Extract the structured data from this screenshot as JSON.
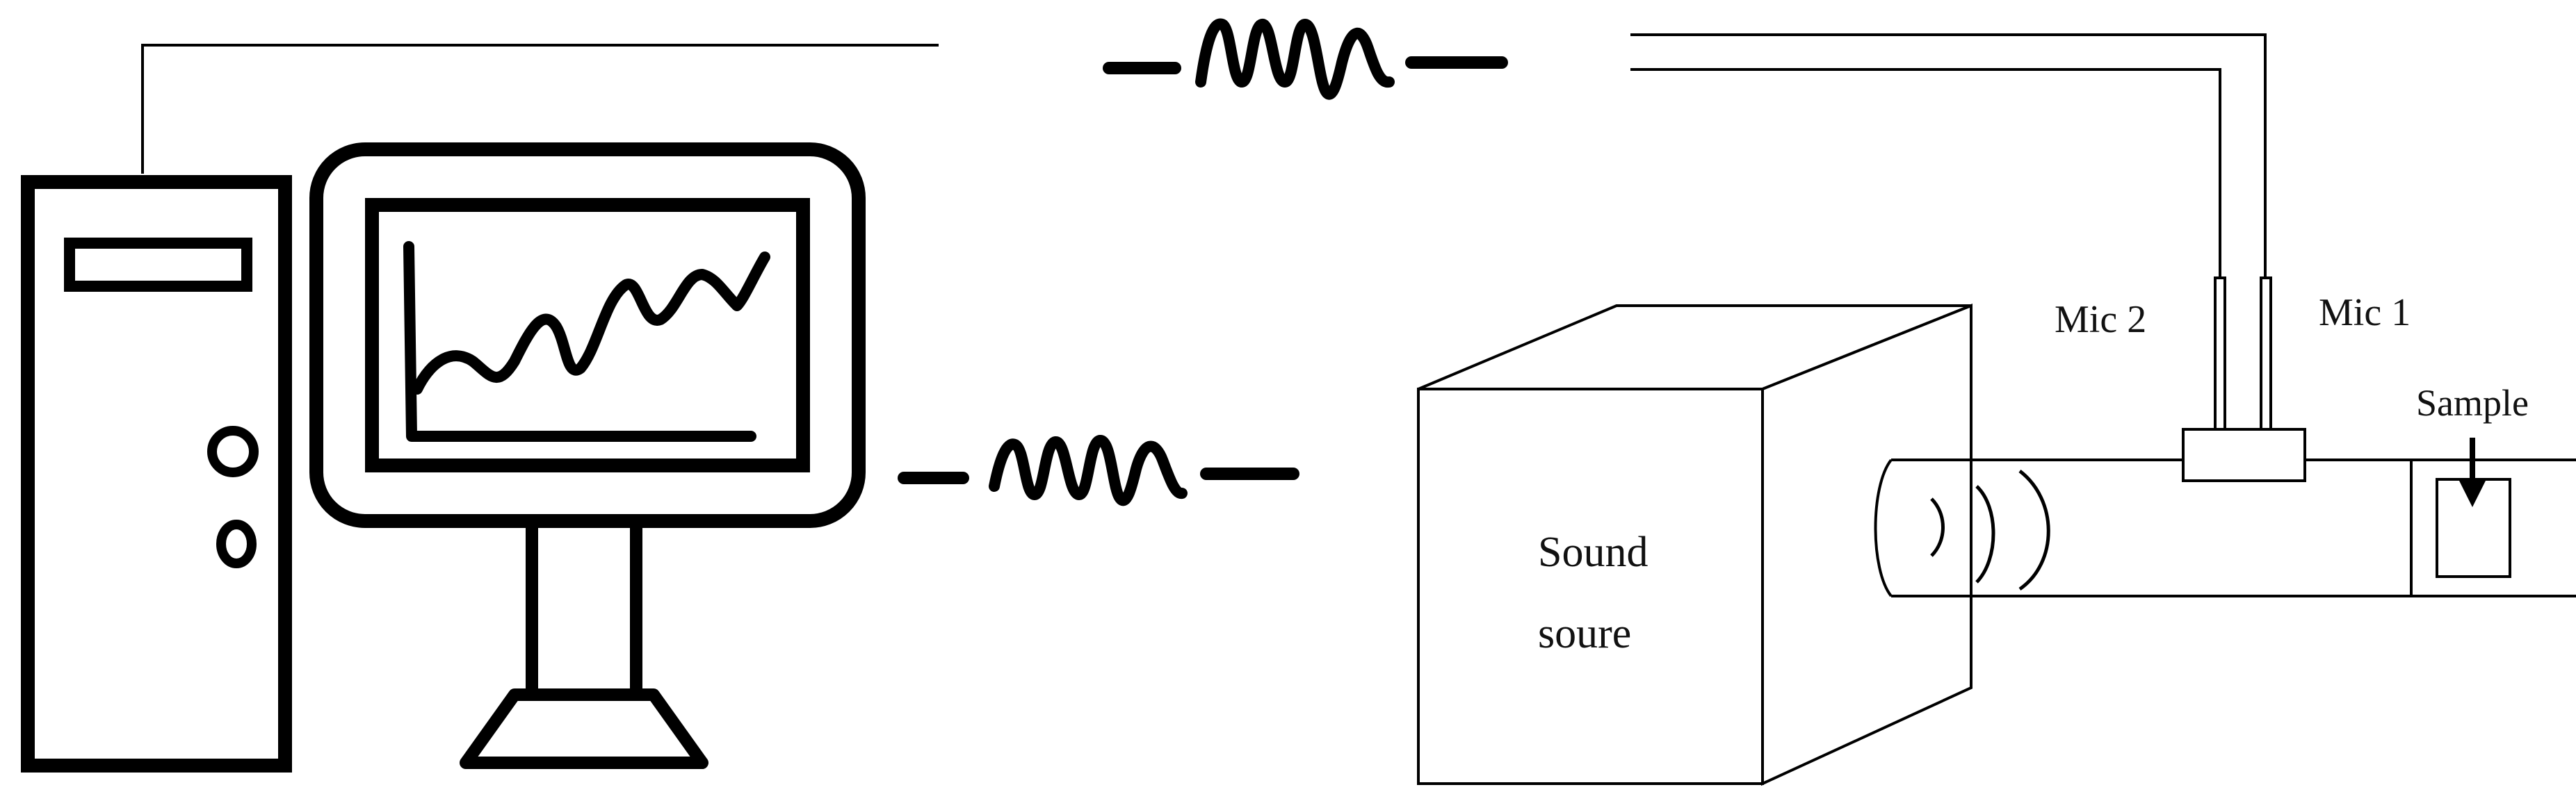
{
  "labels": {
    "mic2": "Mic 2",
    "mic1": "Mic 1",
    "sample": "Sample",
    "sound_source_line1": "Sound",
    "sound_source_line2": "soure"
  },
  "colors": {
    "stroke": "#000000",
    "background": "#ffffff"
  }
}
